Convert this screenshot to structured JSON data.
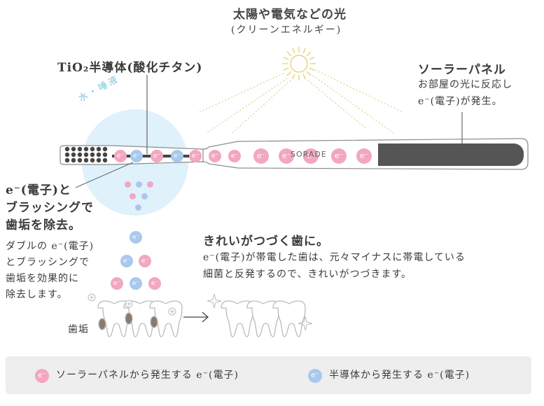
{
  "light": {
    "title": "太陽や電気などの光",
    "subtitle": "(クリーンエネルギー)"
  },
  "tio2_label": "TiO₂半導体(酸化チタン)",
  "saliva_label": "水・唾液",
  "solar_panel": {
    "title": "ソーラーパネル",
    "desc_line1": "お部屋の光に反応し",
    "desc_line2": "e⁻(電子)が発生。"
  },
  "brand_text": "SORADE",
  "left_callout": {
    "line1": "e⁻(電子)と",
    "line2": "ブラッシングで",
    "line3": "歯垢を除去。"
  },
  "double_callout": {
    "line1": "ダブルの e⁻(電子)",
    "line2": "とブラッシングで",
    "line3": "歯垢を効果的に",
    "line4": "除去します。"
  },
  "plaque_label": "歯垢",
  "clean_section": {
    "title": "きれいがつづく歯に。",
    "line1": "e⁻(電子)が帯電した歯は、元々マイナスに帯電している",
    "line2": "細菌と反発するので、きれいがつづきます。"
  },
  "electron_symbol": "e⁻",
  "legend": {
    "pink_label": "ソーラーパネルから発生する e⁻(電子)",
    "blue_label": "半導体から発生する e⁻(電子)"
  },
  "colors": {
    "pink_electron": "#f3a6c1",
    "blue_electron": "#a9c8ee",
    "bubble": "#dff1fb",
    "panel": "#555555",
    "light_rays": "#c8cc7a"
  }
}
